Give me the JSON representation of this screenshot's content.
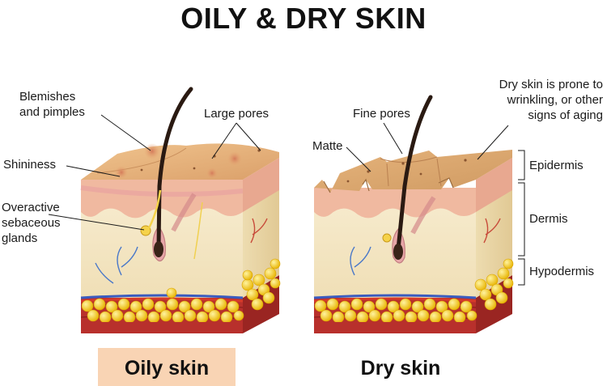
{
  "title": "OILY & DRY SKIN",
  "oily": {
    "caption": "Oily skin",
    "caption_bg": "#f9d4b4",
    "labels": {
      "blemishes_1": "Blemishes",
      "blemishes_2": "and pimples",
      "large_pores": "Large pores",
      "shininess": "Shininess",
      "glands_1": "Overactive",
      "glands_2": "sebaceous",
      "glands_3": "glands"
    }
  },
  "dry": {
    "caption": "Dry skin",
    "labels": {
      "fine_pores": "Fine pores",
      "matte": "Matte",
      "aging_1": "Dry skin is prone to",
      "aging_2": "wrinkling, or other",
      "aging_3": "signs of aging"
    }
  },
  "layers": {
    "epidermis": "Epidermis",
    "dermis": "Dermis",
    "hypodermis": "Hypodermis"
  },
  "colors": {
    "surface": "#e8b47e",
    "epidermis_front": "#f0bfa0",
    "dermis_front": "#f4e7c6",
    "fat": "#f5c518",
    "muscle": "#b8302c",
    "hair": "#2a1a12"
  }
}
